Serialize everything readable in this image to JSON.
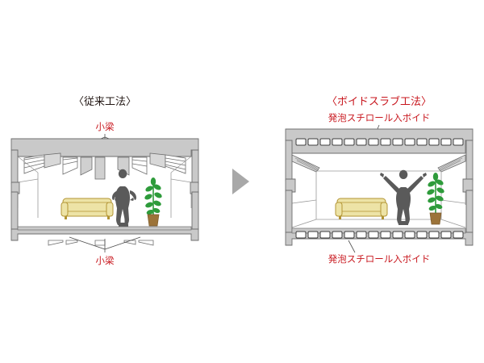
{
  "figure": {
    "background": "#ffffff",
    "accent_red": "#c8161d",
    "ink": "#231815",
    "concrete_fill": "#c9c9c9",
    "concrete_line": "#6e6e6e",
    "sofa_fill": "#ede3a6",
    "sofa_line": "#b29434",
    "person_fill": "#5a5a5a",
    "plant_fill": "#2e9b3b",
    "pot_fill": "#9c7339",
    "arrow_fill": "#a8a8a8",
    "room_fill": "#ffffff"
  },
  "left_panel": {
    "title": "〈従来工法〉",
    "label_top": "小梁",
    "label_bottom": "小梁",
    "objects": [
      {
        "name": "sofa",
        "label": "sofa"
      },
      {
        "name": "person",
        "label": "standing person, hands on hips"
      },
      {
        "name": "plant",
        "label": "potted plant"
      }
    ],
    "description": "Conventional construction: small beams protrude from the ceiling and floor slabs"
  },
  "right_panel": {
    "title": "〈ボイドスラブ工法〉",
    "label_top": "発泡スチロール入ボイド",
    "label_bottom": "発泡スチロール入ボイド",
    "objects": [
      {
        "name": "sofa",
        "label": "sofa"
      },
      {
        "name": "person",
        "label": "person with arms raised"
      },
      {
        "name": "plant",
        "label": "potted plant"
      }
    ],
    "void_count_top": 14,
    "void_count_bottom": 14,
    "description": "Void slab construction: flat ceiling with styrofoam voids inside the slab"
  },
  "arrow": {
    "name": "transition-arrow",
    "direction": "right"
  }
}
